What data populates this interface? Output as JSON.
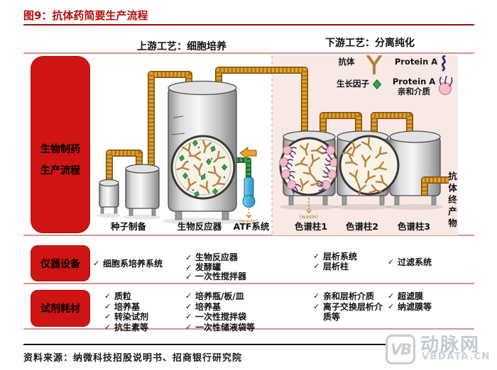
{
  "title": "图9：抗体药简要生产流程",
  "source": "资料来源：纳微科技招股说明书、招商银行研究院",
  "watermark": {
    "logo_text": "VB",
    "name": "动脉网",
    "domain": "VBDATA.CN"
  },
  "icons": {
    "check": "✓",
    "antibody": "Y-shape",
    "growth_factor": "green-diamond",
    "protein_a": "purple-squiggle",
    "protein_a_media": "pink-bead-with-ligands"
  },
  "diagram": {
    "upstream_header": "上游工艺：细胞培养",
    "downstream_header": "下游工艺：分离纯化",
    "flow_label_line1": "生物制药",
    "flow_label_line2": "生产流程",
    "legend": {
      "antibody": "抗体",
      "protein_a": "Protein A",
      "growth_factor": "生长因子",
      "media_line1": "Protein A",
      "media_line2": "亲和介质"
    },
    "stages": {
      "seed": "种子制备",
      "bioreactor": "生物反应器",
      "atf": "ATF系统",
      "col1": "色谱柱1",
      "col2": "色谱柱2",
      "col3": "色谱柱3"
    },
    "waste": "(waste)",
    "final_product": "抗体终产物"
  },
  "equipment": {
    "category": "仪器设备",
    "g0": [
      "细胞系培养系统"
    ],
    "g1": [
      "生物反应器",
      "发酵罐",
      "一次性搅拌器"
    ],
    "g2": [
      "层析系统",
      "层析柱"
    ],
    "g3": [
      "过滤系统"
    ]
  },
  "reagents": {
    "category": "试剂耗材",
    "g0": [
      "质粒",
      "培养基",
      "转染试剂",
      "抗生素等"
    ],
    "g1": [
      "培养瓶/板/皿",
      "培养基",
      "一次性搅拌袋",
      "一次性储液袋等"
    ],
    "g2": [
      "亲和层析介质",
      "离子交换层析介质等"
    ],
    "g3": [
      "超滤膜",
      "纳滤膜等"
    ]
  },
  "colors": {
    "accent_red": "#cf1414",
    "title_red": "#b40d0d",
    "downstream_pink": "#f8e9e5",
    "pipe_gold": "#e8a22e",
    "separator_pink": "#d9938e"
  }
}
